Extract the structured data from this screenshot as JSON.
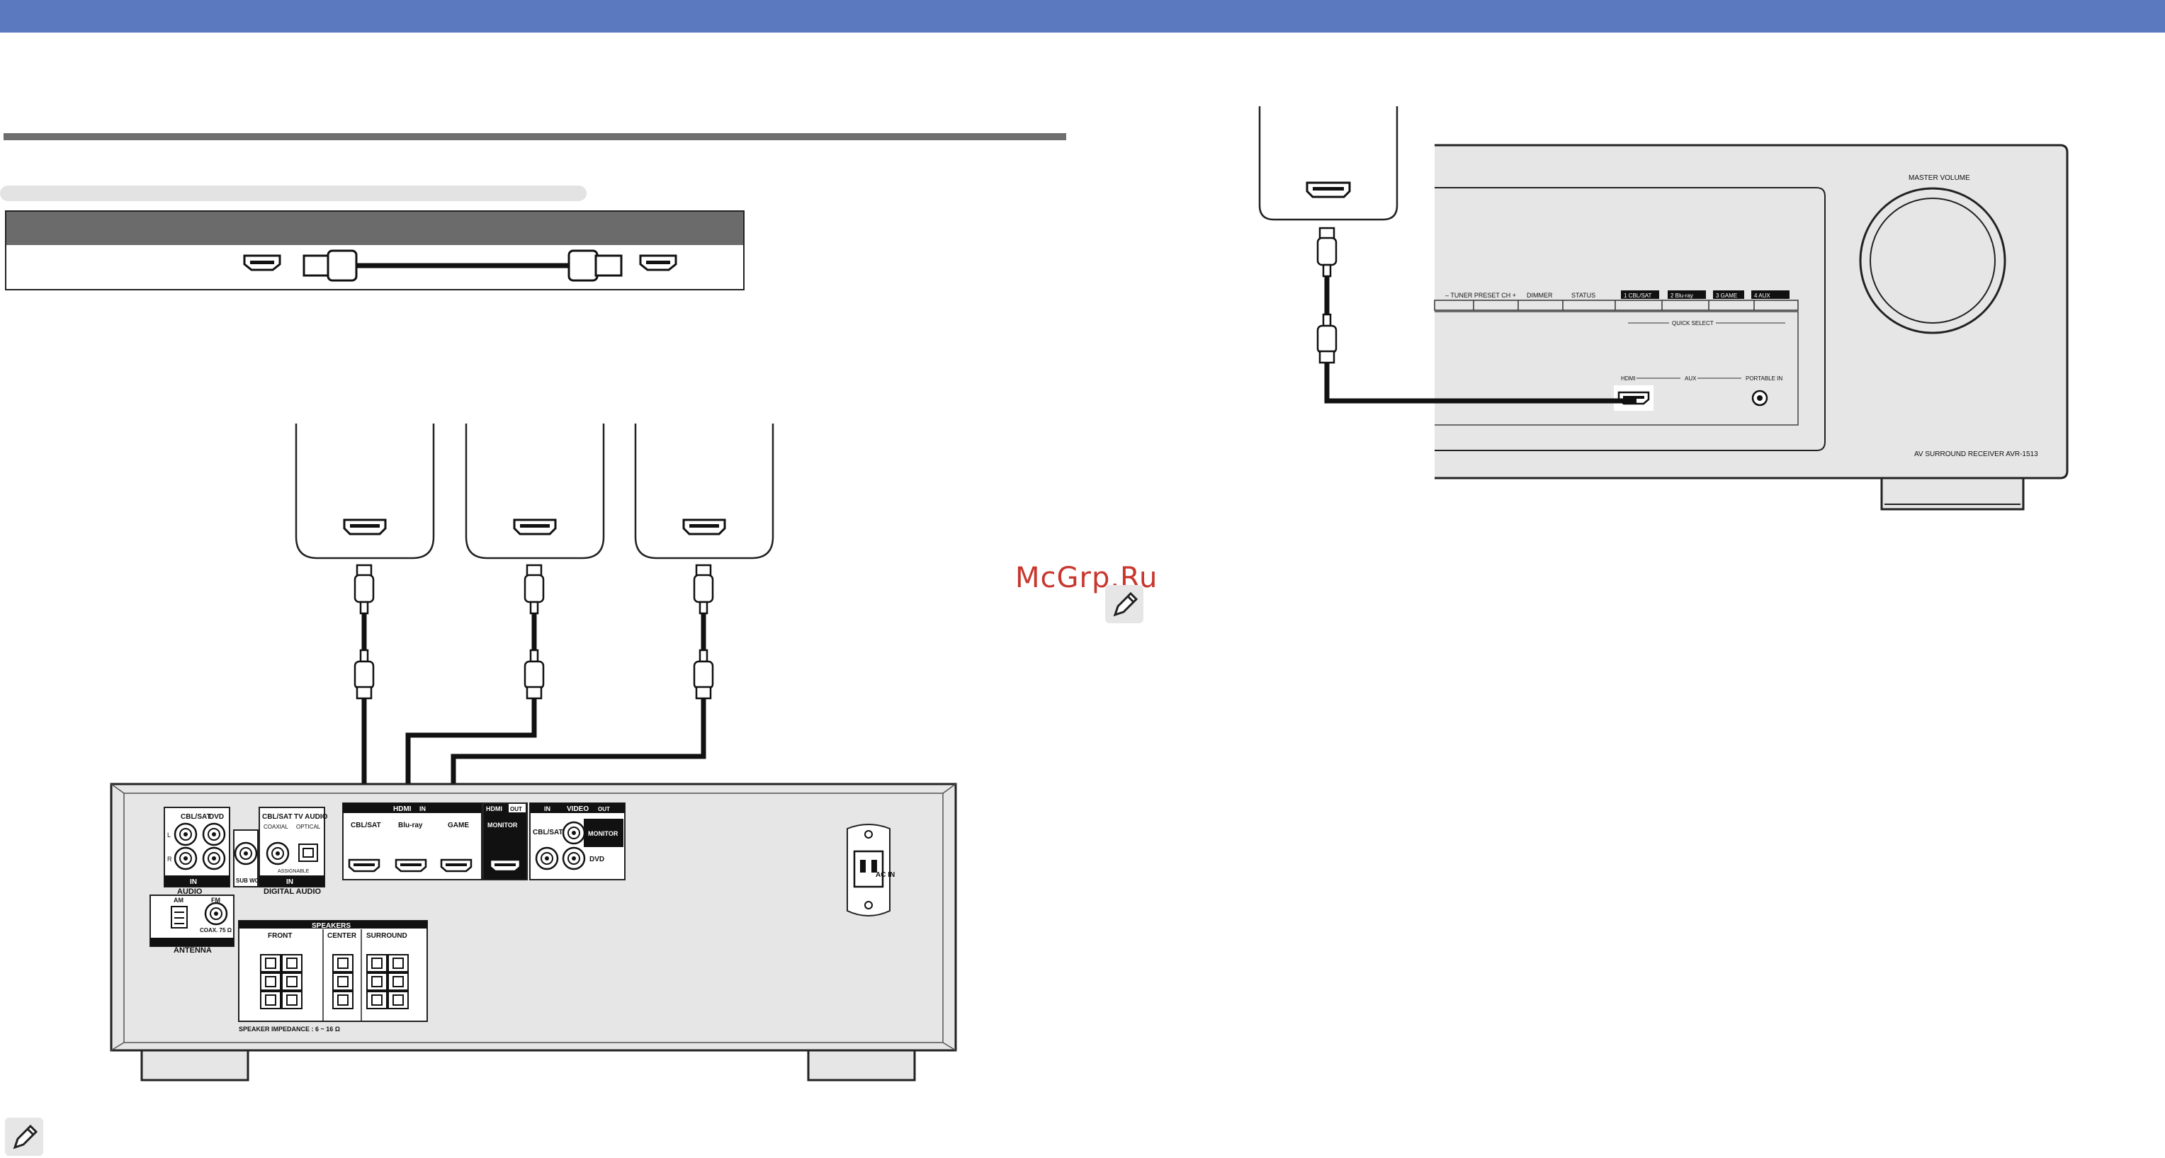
{
  "colors": {
    "top_bar": "#5b79bf",
    "cable": "#111111",
    "panel": "#e6e6e6"
  },
  "watermark": "McGrp.Ru",
  "rear_panel": {
    "audio_in": {
      "cbl_sat": "CBL/SAT",
      "dvd": "DVD",
      "in": "IN",
      "audio": "AUDIO",
      "left": "L",
      "right": "R"
    },
    "subwoofer": "SUB WOOFER",
    "digital_audio": {
      "cbl_sat": "CBL/SAT",
      "tv_audio": "TV AUDIO",
      "coaxial": "COAXIAL",
      "optical": "OPTICAL",
      "assignable": "ASSIGNABLE",
      "in": "IN",
      "label": "DIGITAL AUDIO"
    },
    "hdmi_in": {
      "header": "HDMI",
      "in": "IN",
      "cbl_sat": "CBL/SAT",
      "bluray": "Blu-ray",
      "game": "GAME"
    },
    "hdmi_out": {
      "header": "HDMI",
      "out": "OUT",
      "monitor": "MONITOR"
    },
    "video": {
      "in": "IN",
      "header": "VIDEO",
      "out": "OUT",
      "cbl_sat": "CBL/SAT",
      "monitor": "MONITOR",
      "dvd": "DVD"
    },
    "antenna": {
      "am": "AM",
      "fm": "FM",
      "coax": "COAX. 75 Ω",
      "label": "ANTENNA"
    },
    "speakers": {
      "label": "SPEAKERS",
      "front": "FRONT",
      "center": "CENTER",
      "surround": "SURROUND",
      "impedance": "SPEAKER IMPEDANCE : 6 ~ 16 Ω"
    },
    "ac_in": "AC IN"
  },
  "front_panel": {
    "master_volume": "MASTER VOLUME",
    "tuner_preset": "–  TUNER PRESET CH  +",
    "dimmer": "DIMMER",
    "status": "STATUS",
    "quick_select": [
      "1  CBL/SAT",
      "2  Blu-ray",
      "3  GAME",
      "4  AUX"
    ],
    "quick_select_label": "QUICK SELECT",
    "hdmi": "HDMI",
    "aux": "AUX",
    "portable_in": "PORTABLE IN",
    "model": "AV SURROUND RECEIVER  AVR-1513"
  }
}
